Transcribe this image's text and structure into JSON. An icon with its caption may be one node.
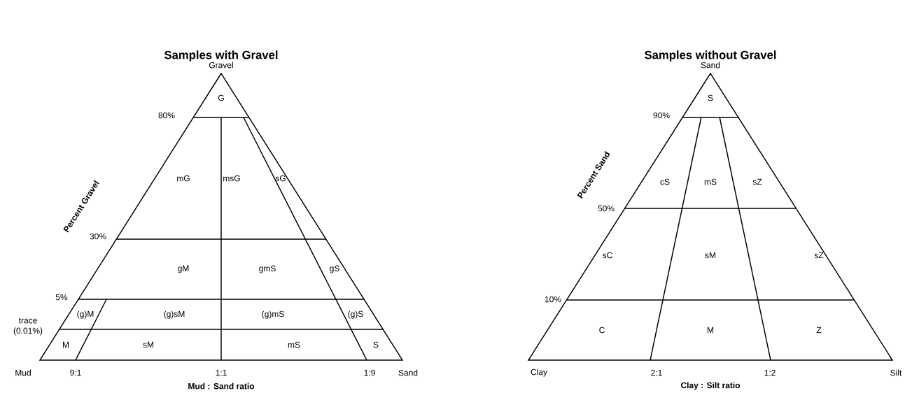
{
  "diagram": {
    "labels": [
      "Samples with Gravel",
      "Samples without Gravel",
      "Gravel",
      "G",
      "80%",
      "mG",
      "msG",
      "sG",
      "Percent Gravel",
      "30%",
      "gM",
      "gmS",
      "gS",
      "5%",
      "(g)M",
      "(g)sM",
      "(g)mS",
      "(g)S",
      "trace (0.01%)",
      "M",
      "sM",
      "mS",
      "S",
      "Mud",
      "9:1",
      "1:1",
      "1:9",
      "Sand",
      "Mud : Sand ratio",
      "Sand",
      "S",
      "90%",
      "cS",
      "mS",
      "sZ",
      "Percent Sand",
      "50%",
      "sC",
      "sM",
      "sZ",
      "10%",
      "C",
      "M",
      "Z",
      "Clay",
      "2:1",
      "1:2",
      "Silt",
      "Clay : Silt ratio"
    ]
  }
}
